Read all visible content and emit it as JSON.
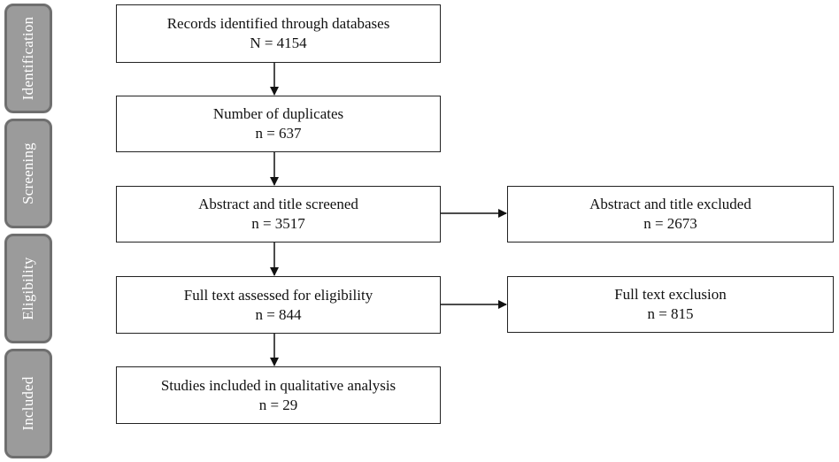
{
  "phases": [
    {
      "key": "identification",
      "label": "Identification"
    },
    {
      "key": "screening",
      "label": "Screening"
    },
    {
      "key": "eligibility",
      "label": "Eligibility"
    },
    {
      "key": "included",
      "label": "Included"
    }
  ],
  "boxes": {
    "records_identified": {
      "title": "Records identified through databases",
      "count": "N = 4154"
    },
    "duplicates": {
      "title": "Number of duplicates",
      "count": "n = 637"
    },
    "abstract_screened": {
      "title": "Abstract and title screened",
      "count": "n = 3517"
    },
    "abstract_excluded": {
      "title": "Abstract and title excluded",
      "count": "n = 2673"
    },
    "full_text_assessed": {
      "title": "Full text assessed for eligibility",
      "count": "n = 844"
    },
    "full_text_excluded": {
      "title": "Full text exclusion",
      "count": "n = 815"
    },
    "studies_included": {
      "title": "Studies included in qualitative analysis",
      "count": "n = 29"
    }
  }
}
